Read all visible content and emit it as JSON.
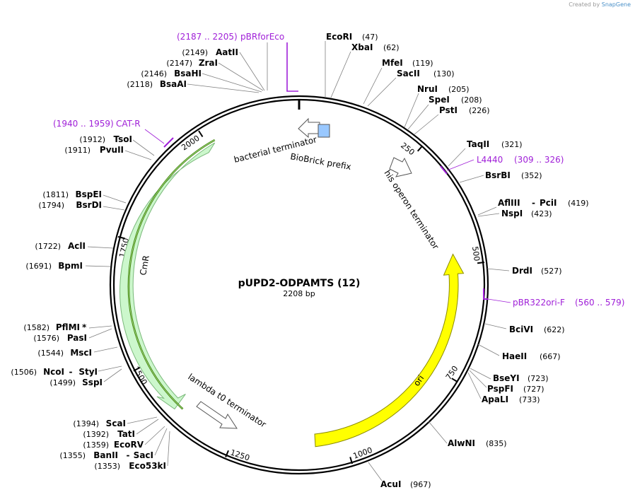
{
  "credit": {
    "prefix": "Created by",
    "brand": "SnapGene"
  },
  "plasmid": {
    "name": "pUPD2-ODPAMTS (12)",
    "length_label": "2208 bp"
  },
  "ticks": [
    "250",
    "500",
    "750",
    "1000",
    "1250",
    "1500",
    "1750",
    "2000"
  ],
  "features": {
    "cmr": "CmR",
    "ori": "ori",
    "bacterial_terminator": "bacterial terminator",
    "biobrick_prefix": "BioBrick prefix",
    "his_operon_terminator": "his operon terminator",
    "lambda_terminator": "lambda t0 terminator"
  },
  "primers": {
    "pbrforeco": {
      "range": "(2187 .. 2205)",
      "name": "pBRforEco"
    },
    "cat_r": {
      "range": "(1940 .. 1959)",
      "name": "CAT-R"
    },
    "l4440": {
      "name": "L4440",
      "range": "(309 .. 326)"
    },
    "pbr322ori_f": {
      "name": "pBR322ori-F",
      "range": "(560 .. 579)"
    }
  },
  "sites_right": [
    {
      "name": "EcoRI",
      "pos": "(47)"
    },
    {
      "name": "XbaI",
      "pos": "(62)"
    },
    {
      "name": "MfeI",
      "pos": "(119)"
    },
    {
      "name": "SacII",
      "pos": "(130)"
    },
    {
      "name": "NruI",
      "pos": "(205)"
    },
    {
      "name": "SpeI",
      "pos": "(208)"
    },
    {
      "name": "PstI",
      "pos": "(226)"
    },
    {
      "name": "TaqII",
      "pos": "(321)"
    },
    {
      "name": "BsrBI",
      "pos": "(352)"
    },
    {
      "name": "AflIII",
      "name2": "PciI",
      "pos": "(419)"
    },
    {
      "name": "NspI",
      "pos": "(423)"
    },
    {
      "name": "DrdI",
      "pos": "(527)"
    },
    {
      "name": "BciVI",
      "pos": "(622)"
    },
    {
      "name": "HaeII",
      "pos": "(667)"
    },
    {
      "name": "BseYI",
      "pos": "(723)"
    },
    {
      "name": "PspFI",
      "pos": "(727)"
    },
    {
      "name": "ApaLI",
      "pos": "(733)"
    },
    {
      "name": "AlwNI",
      "pos": "(835)"
    },
    {
      "name": "AcuI",
      "pos": "(967)"
    }
  ],
  "sites_left": [
    {
      "name": "AatII",
      "pos": "(2149)"
    },
    {
      "name": "ZraI",
      "pos": "(2147)"
    },
    {
      "name": "BsaHI",
      "pos": "(2146)"
    },
    {
      "name": "BsaAI",
      "pos": "(2118)"
    },
    {
      "name": "TsoI",
      "pos": "(1912)"
    },
    {
      "name": "PvuII",
      "pos": "(1911)"
    },
    {
      "name": "BspEI",
      "pos": "(1811)"
    },
    {
      "name": "BsrDI",
      "pos": "(1794)"
    },
    {
      "name": "AclI",
      "pos": "(1722)"
    },
    {
      "name": "BpmI",
      "pos": "(1691)"
    },
    {
      "name": "PflMI",
      "suffix": "*",
      "pos": "(1582)"
    },
    {
      "name": "PasI",
      "pos": "(1576)"
    },
    {
      "name": "MscI",
      "pos": "(1544)"
    },
    {
      "name": "NcoI",
      "name2": "StyI",
      "pos": "(1506)"
    },
    {
      "name": "SspI",
      "pos": "(1499)"
    },
    {
      "name": "ScaI",
      "pos": "(1394)"
    },
    {
      "name": "TatI",
      "pos": "(1392)"
    },
    {
      "name": "EcoRV",
      "pos": "(1359)"
    },
    {
      "name": "BanII",
      "name2": "SacI",
      "pos": "(1355)"
    },
    {
      "name": "Eco53kI",
      "pos": "(1353)"
    }
  ],
  "colors": {
    "backbone": "#000000",
    "cmr_fill": "#ccf7cc",
    "cmr_outline": "#7ab87a",
    "cmr_bar": "#3a7a00",
    "ori_fill": "#ffff00",
    "primer": "#a020d8",
    "biobrick": "#99c8ff",
    "leader": "#808080"
  }
}
